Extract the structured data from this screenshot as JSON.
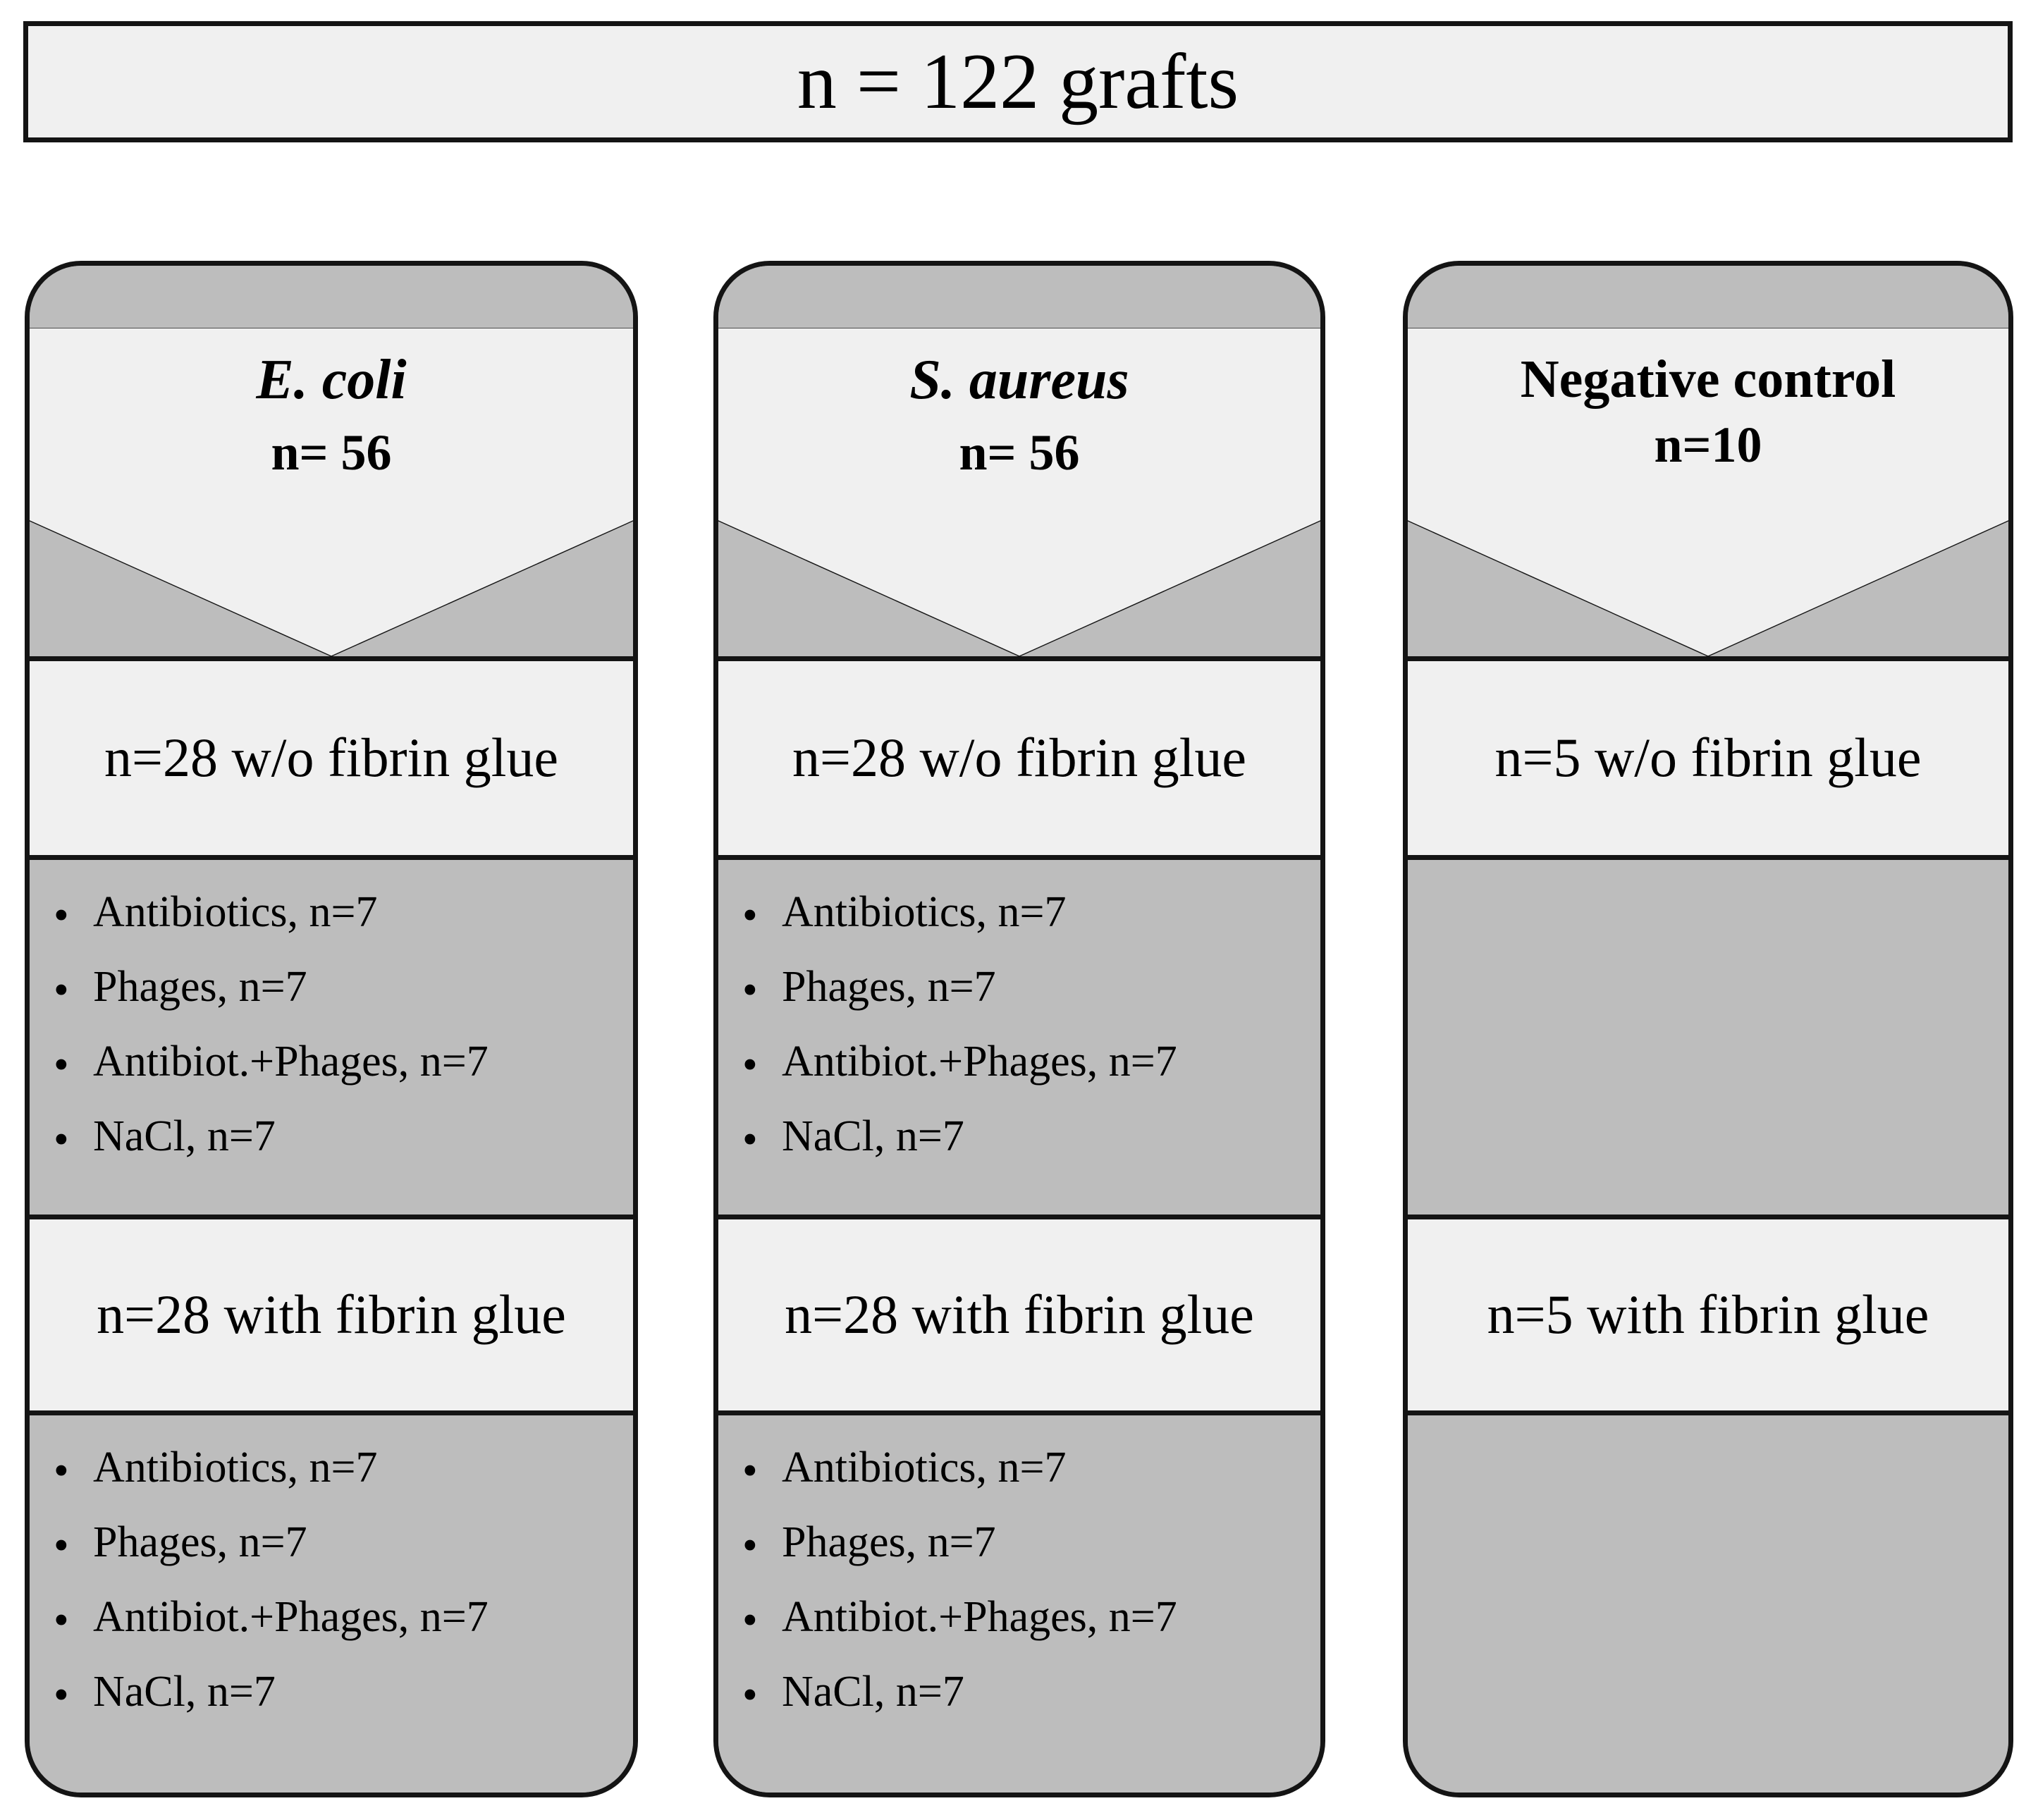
{
  "title": {
    "text": "n = 122 grafts"
  },
  "colors": {
    "panel_light": "#f0f0f0",
    "panel_gray": "#bdbdbd",
    "outline": "#141414",
    "page_background": "#ffffff"
  },
  "bullet_glyph": "•",
  "columns": [
    {
      "id": "e-coli",
      "header_name": "E. coli",
      "header_style": "italic",
      "header_n": "n= 56",
      "without_glue_label": "n=28 w/o fibrin glue",
      "without_glue_items": [
        "Antibiotics, n=7",
        "Phages, n=7",
        "Antibiot.+Phages, n=7",
        "NaCl, n=7"
      ],
      "with_glue_label": "n=28 with fibrin glue",
      "with_glue_items": [
        "Antibiotics, n=7",
        "Phages, n=7",
        "Antibiot.+Phages, n=7",
        "NaCl, n=7"
      ]
    },
    {
      "id": "s-aureus",
      "header_name": "S. aureus",
      "header_style": "italic",
      "header_n": "n= 56",
      "without_glue_label": "n=28 w/o fibrin glue",
      "without_glue_items": [
        "Antibiotics, n=7",
        "Phages, n=7",
        "Antibiot.+Phages, n=7",
        "NaCl, n=7"
      ],
      "with_glue_label": "n=28 with fibrin glue",
      "with_glue_items": [
        "Antibiotics, n=7",
        "Phages, n=7",
        "Antibiot.+Phages, n=7",
        "NaCl, n=7"
      ]
    },
    {
      "id": "negative-control",
      "header_name": "Negative control",
      "header_style": "upright",
      "header_n": "n=10",
      "without_glue_label": "n=5 w/o fibrin glue",
      "without_glue_items": [],
      "with_glue_label": "n=5 with fibrin glue",
      "with_glue_items": []
    }
  ]
}
